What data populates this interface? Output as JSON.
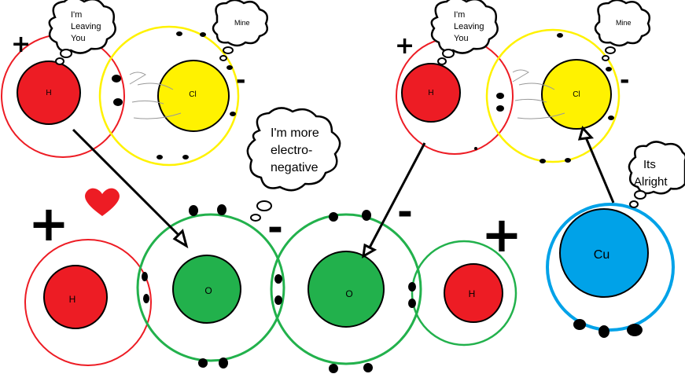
{
  "colors": {
    "hydrogen": "#ed1c24",
    "chlorine": "#fff200",
    "oxygen": "#22b14c",
    "copper": "#00a2e8",
    "ink": "#000000",
    "bubble_fill": "#ffffff"
  },
  "labels": {
    "h": "H",
    "cl": "Cl",
    "o": "O",
    "cu": "Cu"
  },
  "signs": {
    "plus": "+",
    "minus": "-"
  },
  "bubbles": {
    "leaving_line1": "I'm",
    "leaving_line2": "Leaving",
    "leaving_line3": "You",
    "mine": "Mine",
    "electro_line1": "I'm more",
    "electro_line2": "electro-",
    "electro_line3": "negative",
    "alright_line1": "Its",
    "alright_line2": "Alright"
  },
  "icons": {
    "heart": "heart-icon"
  }
}
